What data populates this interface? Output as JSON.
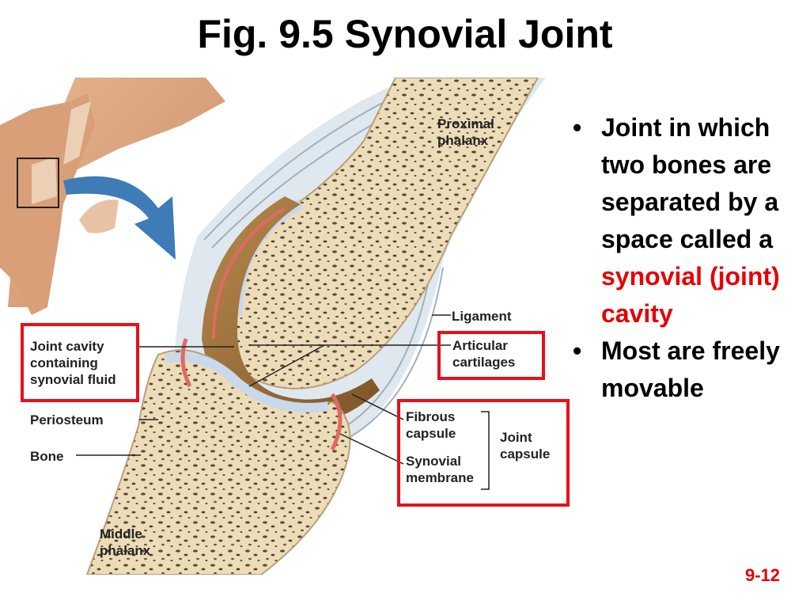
{
  "title": "Fig. 9.5 Synovial Joint",
  "labels": {
    "proximal_phalanx": "Proximal\nphalanx",
    "ligament": "Ligament",
    "joint_cavity": "Joint cavity\ncontaining\nsynovial fluid",
    "articular_cartilages": "Articular\ncartilages",
    "periosteum": "Periosteum",
    "bone": "Bone",
    "fibrous_capsule": "Fibrous\ncapsule",
    "synovial_membrane": "Synovial\nmembrane",
    "joint_capsule": "Joint\ncapsule",
    "middle_phalanx": "Middle\nphalanx"
  },
  "bullets": {
    "b1_pre": "Joint in which two bones are separated by a space called a ",
    "b1_highlight": "synovial (joint) cavity",
    "b2": "Most are freely movable"
  },
  "bullet_symbol": "•",
  "page_number": "9-12",
  "colors": {
    "highlight": "#e60000",
    "box": "#e8101a",
    "bone": "#ecdcb8",
    "cartilage": "#c9d8ea",
    "membrane": "#e06a62"
  }
}
